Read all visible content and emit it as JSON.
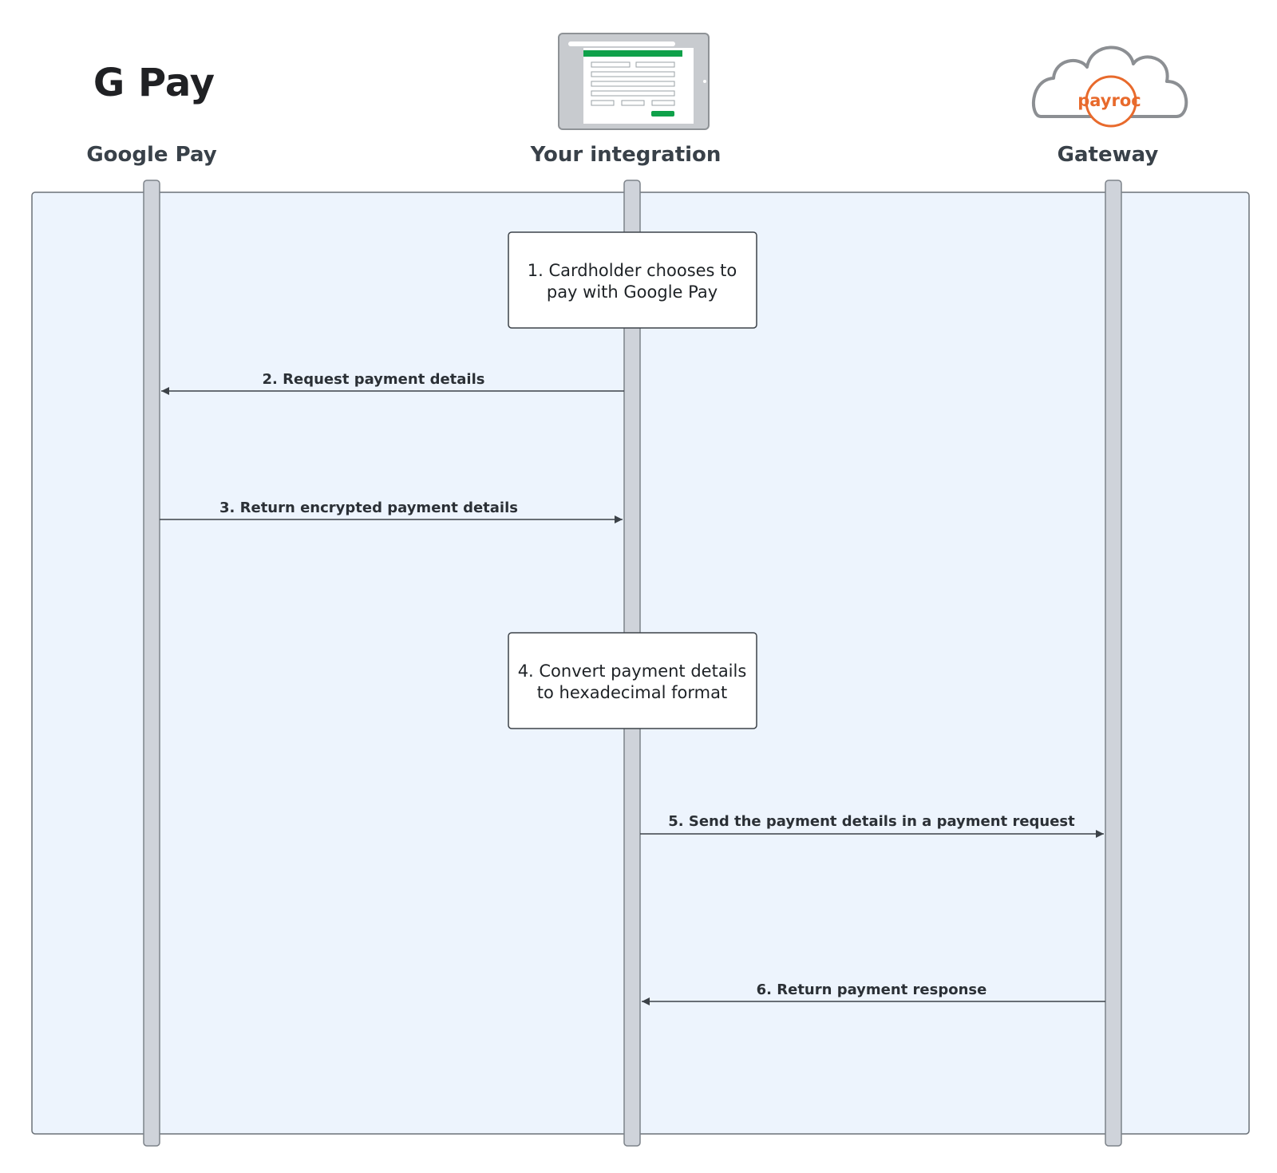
{
  "actors": [
    {
      "id": "google-pay",
      "title": "Google Pay",
      "icon": "google-pay-logo-icon",
      "logo_text": "G Pay"
    },
    {
      "id": "your-integration",
      "title": "Your integration",
      "icon": "browser-form-window-icon"
    },
    {
      "id": "gateway",
      "title": "Gateway",
      "icon": "payroc-cloud-logo-icon",
      "logo_text": "payroc"
    }
  ],
  "steps": [
    {
      "type": "note",
      "on": "your-integration",
      "lines": [
        "1. Cardholder chooses to",
        "pay with Google Pay"
      ]
    },
    {
      "type": "message",
      "from": "your-integration",
      "to": "google-pay",
      "label": "2. Request payment details"
    },
    {
      "type": "message",
      "from": "google-pay",
      "to": "your-integration",
      "label": "3. Return encrypted payment details"
    },
    {
      "type": "note",
      "on": "your-integration",
      "lines": [
        "4. Convert payment details",
        "to hexadecimal format"
      ]
    },
    {
      "type": "message",
      "from": "your-integration",
      "to": "gateway",
      "label": "5. Send the payment details in a payment request"
    },
    {
      "type": "message",
      "from": "gateway",
      "to": "your-integration",
      "label": "6. Return payment response"
    }
  ],
  "colors": {
    "frame_fill": "#edf4fd",
    "frame_stroke": "#6b7178",
    "lifeline_fill": "#cfd3da",
    "lifeline_stroke": "#7d838a",
    "arrow": "#3c4248",
    "note_fill": "#ffffff",
    "note_stroke": "#3c4248",
    "payroc_orange": "#e86a2c",
    "cloud_gray": "#8c8f93",
    "form_green": "#0fa14a"
  }
}
